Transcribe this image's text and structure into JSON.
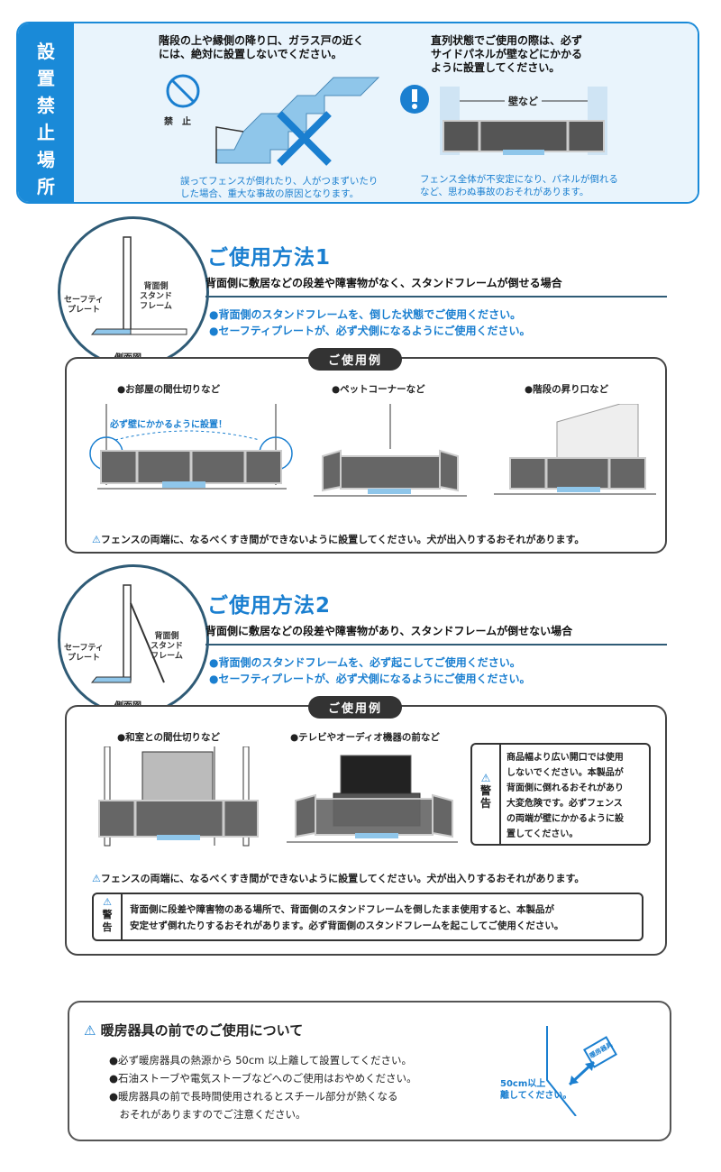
{
  "prohibited": {
    "side_label": [
      "設",
      "置",
      "禁",
      "止",
      "場",
      "所"
    ],
    "stairs_warning": [
      "階段の上や縁側の降り口、ガラス戸の近く",
      "には、絶対に設置しないでください。"
    ],
    "stairs_note": [
      "誤ってフェンスが倒れたり、人がつまずいたり",
      "した場合、重大な事故の原因となります。"
    ],
    "prohibit_mark": "禁　止",
    "series_warning": [
      "直列状態でご使用の際は、必ず",
      "サイドパネルが壁などにかかる",
      "ように設置してください。"
    ],
    "wall_label": "壁など",
    "series_note": [
      "フェンス全体が不安定になり、パネルが倒れる",
      "など、思わぬ事故のおそれがあります。"
    ]
  },
  "method1": {
    "title": "ご使用方法1",
    "subtitle": "背面側に敷居などの段差や障害物がなく、スタンドフレームが倒せる場合",
    "bullets": [
      "●背面側のスタンドフレームを、倒した状態でご使用ください。",
      "●セーフティプレートが、必ず犬側になるようにご使用ください。"
    ],
    "side_view": {
      "left_label": [
        "セーフティ",
        "プレート"
      ],
      "right_label": [
        "背面側",
        "スタンド",
        "フレーム"
      ],
      "caption": "側面図"
    },
    "example_title": "ご使用例",
    "examples": [
      "●お部屋の間仕切りなど",
      "●ペットコーナーなど",
      "●階段の昇り口など"
    ],
    "wall_note": "必ず壁にかかるように設置！",
    "caution": "フェンスの両端に、なるべくすき間ができないように設置してください。犬が出入りするおそれがあります。"
  },
  "method2": {
    "title": "ご使用方法2",
    "subtitle": "背面側に敷居などの段差や障害物があり、スタンドフレームが倒せない場合",
    "bullets": [
      "●背面側のスタンドフレームを、必ず起こしてご使用ください。",
      "●セーフティプレートが、必ず犬側になるようにご使用ください。"
    ],
    "side_view": {
      "left_label": [
        "セーフティ",
        "プレート"
      ],
      "right_label": [
        "背面側",
        "スタンド",
        "フレーム"
      ],
      "caption": "側面図"
    },
    "example_title": "ご使用例",
    "examples": [
      "●和室との間仕切りなど",
      "●テレビやオーディオ機器の前など"
    ],
    "warning_tag": [
      "警",
      "告"
    ],
    "warning_side": [
      "商品幅より広い開口では使用",
      "しないでください。本製品が",
      "背面側に倒れるおそれがあり",
      "大変危険です。必ずフェンス",
      "の両端が壁にかかるように設",
      "置してください。"
    ],
    "caution": "フェンスの両端に、なるべくすき間ができないように設置してください。犬が出入りするおそれがあります。",
    "warning_bottom": [
      "背面側に段差や障害物のある場所で、背面側のスタンドフレームを倒したまま使用すると、本製品が",
      "安定せず倒れたりするおそれがあります。必ず背面側のスタンドフレームを起こしてご使用ください。"
    ]
  },
  "heater": {
    "title": "暖房器具の前でのご使用について",
    "items": [
      "●必ず暖房器具の熱源から 50cm 以上離して設置してください。",
      "●石油ストーブや電気ストーブなどへのご使用はおやめください。",
      "●暖房器具の前で長時間使用されるとスチール部分が熱くなる",
      "　おそれがありますのでご注意ください。"
    ],
    "distance_label": [
      "50cm以上",
      "離してください。"
    ],
    "heater_tag": "暖房器具"
  },
  "colors": {
    "accent": "#1a7fd0",
    "frame": "#2f5b76",
    "dark": "#333333"
  }
}
